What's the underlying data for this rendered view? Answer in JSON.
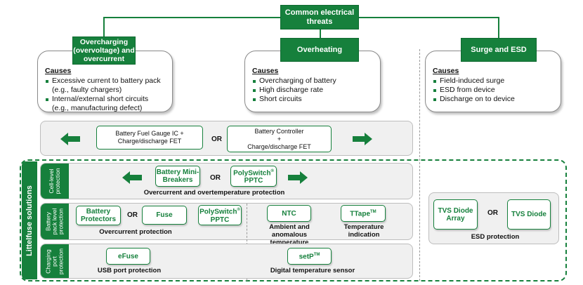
{
  "top": {
    "title": "Common electrical threats"
  },
  "threats": [
    {
      "label": "Overcharging (overvoltage) and overcurrent",
      "causes_title": "Causes",
      "causes": [
        "Excessive current to battery pack (e.g., faulty chargers)",
        "Internal/external short circuits (e.g., manufacturing defect)"
      ]
    },
    {
      "label": "Overheating",
      "causes_title": "Causes",
      "causes": [
        "Overcharging of battery",
        "High discharge rate",
        "Short circuits"
      ]
    },
    {
      "label": "Surge and ESD",
      "causes_title": "Causes",
      "causes": [
        "Field-induced surge",
        "ESD from device",
        "Discharge on to device"
      ]
    }
  ],
  "controller_band": {
    "left_box": "Battery Fuel Gauge IC + Charge/discharge FET",
    "or": "OR",
    "right_box_line1": "Battery Controller",
    "right_box_line2": "+",
    "right_box_line3": "Charge/discharge FET"
  },
  "solutions": {
    "side_title": "Littelfuse solutions",
    "cell": {
      "label": "Cell-level protection",
      "box1": "Battery Mini-Breakers",
      "or": "OR",
      "box2_text": "PolySwitch",
      "box2_sup": "®",
      "box2_line2": "PPTC",
      "caption": "Overcurrent and overtemperature protection"
    },
    "pack": {
      "label": "Battery pack level protection",
      "box1": "Battery Protectors",
      "or": "OR",
      "box2": "Fuse",
      "box3_text": "PolySwitch",
      "box3_sup": "®",
      "box3_line2": "PPTC",
      "caption_left": "Overcurrent protection",
      "box_ntc": "NTC",
      "caption_ntc": "Ambient and anomalous temperature",
      "box_ttape_text": "TTape",
      "box_ttape_sup": "TM",
      "caption_ttape": "Temperature indication"
    },
    "charging": {
      "label": "Charging port protection",
      "box1": "eFuse",
      "caption1": "USB port protection",
      "box2_text": "setP",
      "box2_sup": "TM",
      "caption2": "Digital temperature sensor"
    },
    "esd": {
      "box1": "TVS Diode Array",
      "or": "OR",
      "box2": "TVS Diode",
      "caption": "ESD protection"
    }
  },
  "colors": {
    "brand_green": "#16803c",
    "band_grey": "#f0f0f0"
  }
}
